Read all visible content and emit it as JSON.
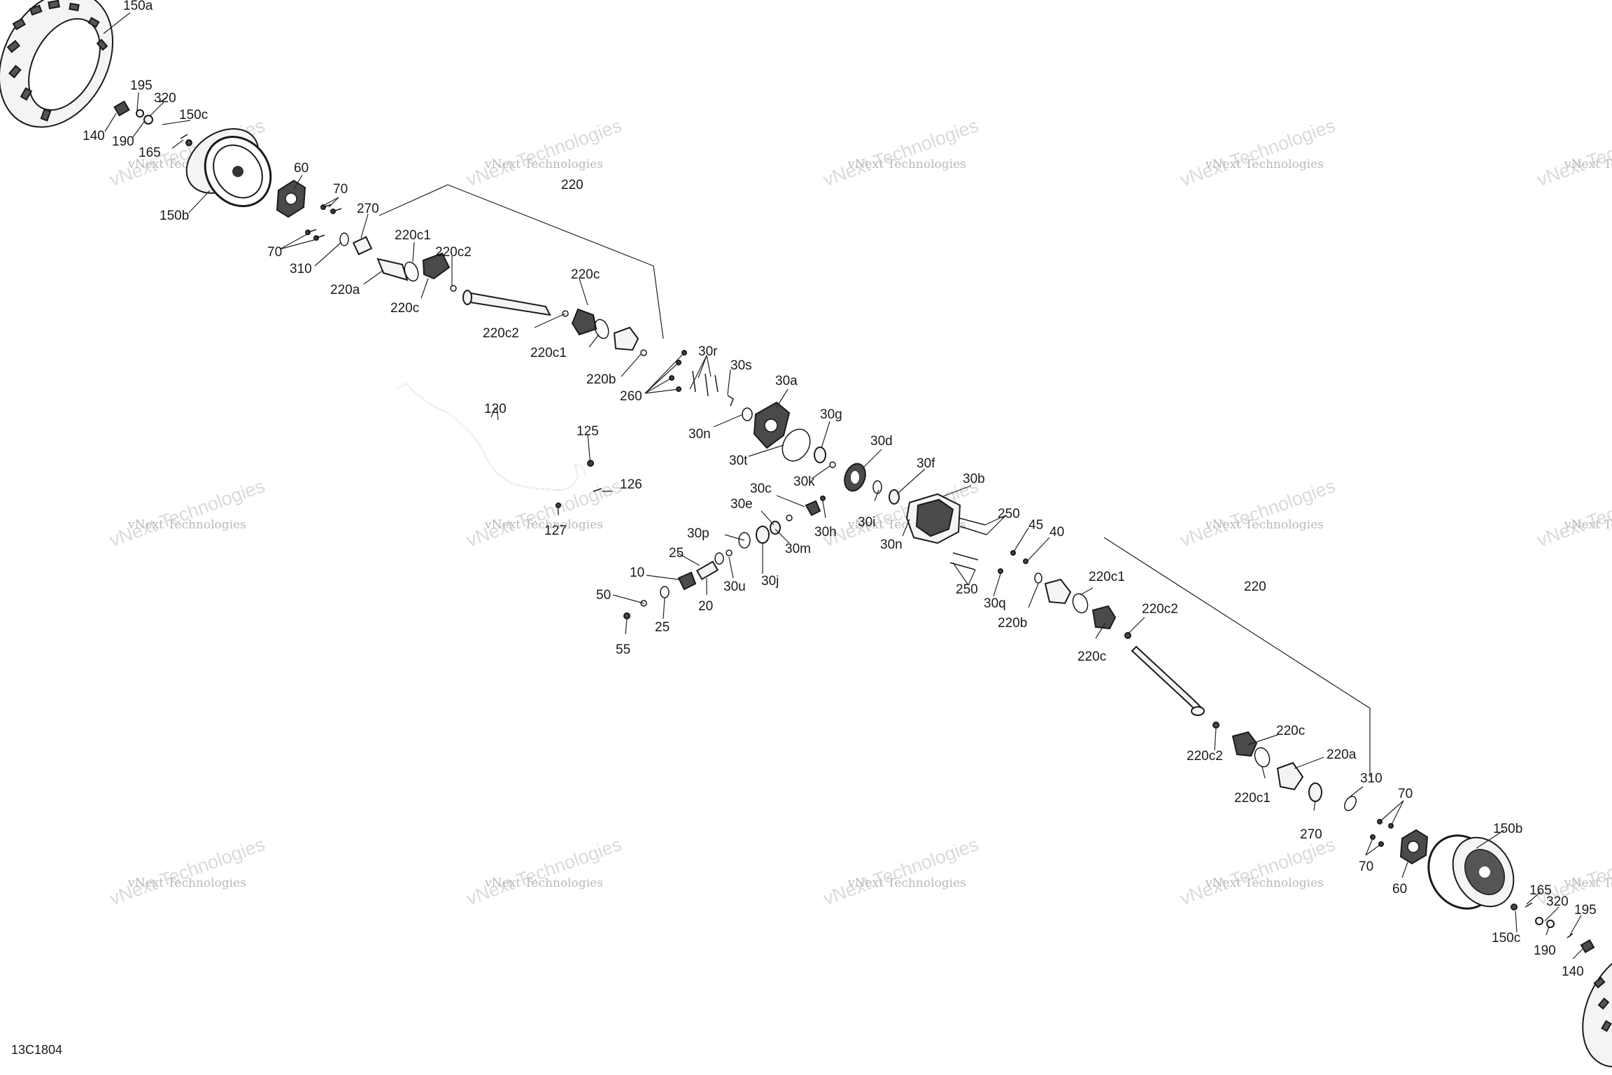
{
  "diagram_code": "13C1804",
  "watermark": {
    "line1": "vNext Technologies",
    "line2": "vNext Technologies"
  },
  "callouts": [
    {
      "id": "150a",
      "text": "150a"
    },
    {
      "id": "195a",
      "text": "195"
    },
    {
      "id": "320a",
      "text": "320"
    },
    {
      "id": "150c_a",
      "text": "150c"
    },
    {
      "id": "140a",
      "text": "140"
    },
    {
      "id": "190a",
      "text": "190"
    },
    {
      "id": "165a",
      "text": "165"
    },
    {
      "id": "150b_a",
      "text": "150b"
    },
    {
      "id": "60a",
      "text": "60"
    },
    {
      "id": "70a",
      "text": "70"
    },
    {
      "id": "70b",
      "text": "70"
    },
    {
      "id": "270a",
      "text": "270"
    },
    {
      "id": "310a",
      "text": "310"
    },
    {
      "id": "220a_a",
      "text": "220a"
    },
    {
      "id": "220c1_a",
      "text": "220c1"
    },
    {
      "id": "220c2_a",
      "text": "220c2"
    },
    {
      "id": "220c_a",
      "text": "220c"
    },
    {
      "id": "220_a",
      "text": "220"
    },
    {
      "id": "220c_b",
      "text": "220c"
    },
    {
      "id": "220c2_b",
      "text": "220c2"
    },
    {
      "id": "220c1_b",
      "text": "220c1"
    },
    {
      "id": "220b_a",
      "text": "220b"
    },
    {
      "id": "30r",
      "text": "30r"
    },
    {
      "id": "30s",
      "text": "30s"
    },
    {
      "id": "260",
      "text": "260"
    },
    {
      "id": "30a",
      "text": "30a"
    },
    {
      "id": "120",
      "text": "120"
    },
    {
      "id": "30n_a",
      "text": "30n"
    },
    {
      "id": "30g",
      "text": "30g"
    },
    {
      "id": "125",
      "text": "125"
    },
    {
      "id": "30t",
      "text": "30t"
    },
    {
      "id": "30d",
      "text": "30d"
    },
    {
      "id": "30k",
      "text": "30k"
    },
    {
      "id": "126",
      "text": "126"
    },
    {
      "id": "30f",
      "text": "30f"
    },
    {
      "id": "30b",
      "text": "30b"
    },
    {
      "id": "30c",
      "text": "30c"
    },
    {
      "id": "30e",
      "text": "30e"
    },
    {
      "id": "127",
      "text": "127"
    },
    {
      "id": "30h",
      "text": "30h"
    },
    {
      "id": "30i",
      "text": "30i"
    },
    {
      "id": "30n_b",
      "text": "30n"
    },
    {
      "id": "250a",
      "text": "250"
    },
    {
      "id": "45",
      "text": "45"
    },
    {
      "id": "40",
      "text": "40"
    },
    {
      "id": "30p",
      "text": "30p"
    },
    {
      "id": "30m",
      "text": "30m"
    },
    {
      "id": "25a",
      "text": "25"
    },
    {
      "id": "30j",
      "text": "30j"
    },
    {
      "id": "30u",
      "text": "30u"
    },
    {
      "id": "10",
      "text": "10"
    },
    {
      "id": "20",
      "text": "20"
    },
    {
      "id": "50",
      "text": "50"
    },
    {
      "id": "25b",
      "text": "25"
    },
    {
      "id": "55",
      "text": "55"
    },
    {
      "id": "250b",
      "text": "250"
    },
    {
      "id": "30q",
      "text": "30q"
    },
    {
      "id": "220c1_c",
      "text": "220c1"
    },
    {
      "id": "220_b",
      "text": "220"
    },
    {
      "id": "220b_b",
      "text": "220b"
    },
    {
      "id": "220c2_c",
      "text": "220c2"
    },
    {
      "id": "220c_c",
      "text": "220c"
    },
    {
      "id": "220c_d",
      "text": "220c"
    },
    {
      "id": "220a_b",
      "text": "220a"
    },
    {
      "id": "220c2_d",
      "text": "220c2"
    },
    {
      "id": "220c1_d",
      "text": "220c1"
    },
    {
      "id": "310b",
      "text": "310"
    },
    {
      "id": "70c",
      "text": "70"
    },
    {
      "id": "270b",
      "text": "270"
    },
    {
      "id": "150b_b",
      "text": "150b"
    },
    {
      "id": "70d",
      "text": "70"
    },
    {
      "id": "60b",
      "text": "60"
    },
    {
      "id": "165b",
      "text": "165"
    },
    {
      "id": "320b",
      "text": "320"
    },
    {
      "id": "195b",
      "text": "195"
    },
    {
      "id": "150c_b",
      "text": "150c"
    },
    {
      "id": "190b",
      "text": "190"
    },
    {
      "id": "140b",
      "text": "140"
    }
  ]
}
